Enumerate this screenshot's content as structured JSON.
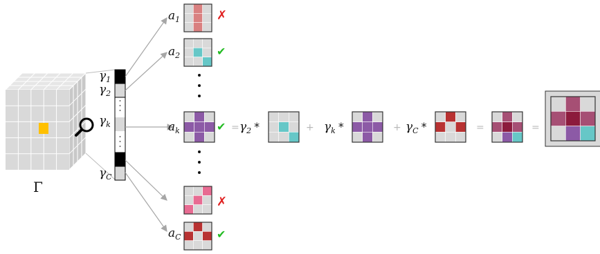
{
  "tensor_label": "Γ",
  "gamma_vector": {
    "labels": [
      {
        "base": "γ",
        "sub": "1"
      },
      {
        "base": "γ",
        "sub": "2"
      },
      {
        "base": "γ",
        "sub": "k"
      },
      {
        "base": "γ",
        "sub": "C"
      }
    ]
  },
  "atoms": [
    {
      "label_base": "a",
      "label_sub": "1",
      "status": "rejected",
      "mark": "✗"
    },
    {
      "label_base": "a",
      "label_sub": "2",
      "status": "accepted",
      "mark": "✔"
    },
    {
      "label_base": "a",
      "label_sub": "k",
      "status": "accepted",
      "mark": "✔"
    },
    {
      "label_base": "",
      "label_sub": "",
      "status": "rejected",
      "mark": "✗"
    },
    {
      "label_base": "a",
      "label_sub": "C",
      "status": "accepted",
      "mark": "✔"
    }
  ],
  "equation": {
    "terms": [
      {
        "coef_base": "γ",
        "coef_sub": "2",
        "times": "*"
      },
      {
        "coef_base": "γ",
        "coef_sub": "k",
        "times": "*"
      },
      {
        "coef_base": "γ",
        "coef_sub": "C",
        "times": "*"
      }
    ],
    "plus": "+",
    "equals": "="
  },
  "colors": {
    "grid_cell": "#d9d9d9",
    "grid_line": "#ffffff",
    "frame": "#333333",
    "highlight": "#ffc000",
    "rose": "#d98080",
    "teal": "#66c7c7",
    "purple": "#8c5aa6",
    "pink": "#e86b92",
    "red": "#b83232",
    "wine": "#8c1a3c",
    "mauve": "#a64f74",
    "cross": "#e02020",
    "check": "#22bb22",
    "arrow": "#a6a6a6"
  }
}
